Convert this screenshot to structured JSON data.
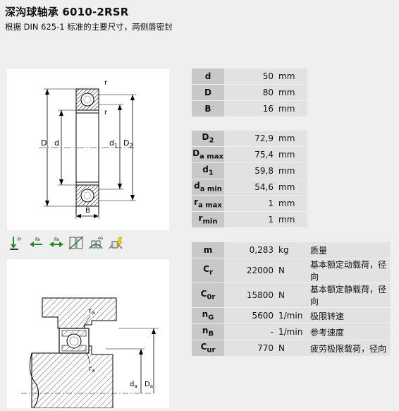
{
  "header": {
    "title": "深沟球轴承 6010-2RSR",
    "subtitle": "根据 DIN 625-1 标准的主要尺寸，两侧唇密封"
  },
  "drawing_labels": {
    "r_top": "r",
    "r_mid": "r",
    "D": "D",
    "d": "d",
    "d1": "d",
    "d1_sub": "1",
    "D2": "D",
    "D2_sub": "2",
    "B": "B",
    "ra_top": "r",
    "ra_top_sub": "a",
    "ra_bot": "r",
    "ra_bot_sub": "a",
    "da": "d",
    "da_sub": "a",
    "Da": "D",
    "Da_sub": "a"
  },
  "icons": [
    "radial-load-icon",
    "axial-load-left-icon",
    "axial-load-both-icon",
    "misalignment-icon",
    "speed-icon",
    "sealed-icon"
  ],
  "dimensions": [
    {
      "symbol": "d",
      "sub": "",
      "value": "50",
      "unit": "mm"
    },
    {
      "symbol": "D",
      "sub": "",
      "value": "80",
      "unit": "mm"
    },
    {
      "symbol": "B",
      "sub": "",
      "value": "16",
      "unit": "mm"
    }
  ],
  "abutment": [
    {
      "symbol": "D",
      "sub": "2",
      "value": "72,9",
      "unit": "mm"
    },
    {
      "symbol": "D",
      "sub": "a max",
      "value": "75,4",
      "unit": "mm"
    },
    {
      "symbol": "d",
      "sub": "1",
      "value": "59,8",
      "unit": "mm"
    },
    {
      "symbol": "d",
      "sub": "a min",
      "value": "54,6",
      "unit": "mm"
    },
    {
      "symbol": "r",
      "sub": "a max",
      "value": "1",
      "unit": "mm"
    },
    {
      "symbol": "r",
      "sub": "min",
      "value": "1",
      "unit": "mm"
    }
  ],
  "performance": [
    {
      "symbol": "m",
      "sub": "",
      "value": "0,283",
      "unit": "kg",
      "desc": "质量"
    },
    {
      "symbol": "C",
      "sub": "r",
      "value": "22000",
      "unit": "N",
      "desc": "基本额定动载荷，径向"
    },
    {
      "symbol": "C",
      "sub": "0r",
      "value": "15800",
      "unit": "N",
      "desc": "基本额定静载荷，径向"
    },
    {
      "symbol": "n",
      "sub": "G",
      "value": "5600",
      "unit": "1/min",
      "desc": "极限转速"
    },
    {
      "symbol": "n",
      "sub": "B",
      "value": "-",
      "unit": "1/min",
      "desc": "参考速度"
    },
    {
      "symbol": "C",
      "sub": "ur",
      "value": "770",
      "unit": "N",
      "desc": "疲劳极限载荷，径向"
    }
  ]
}
